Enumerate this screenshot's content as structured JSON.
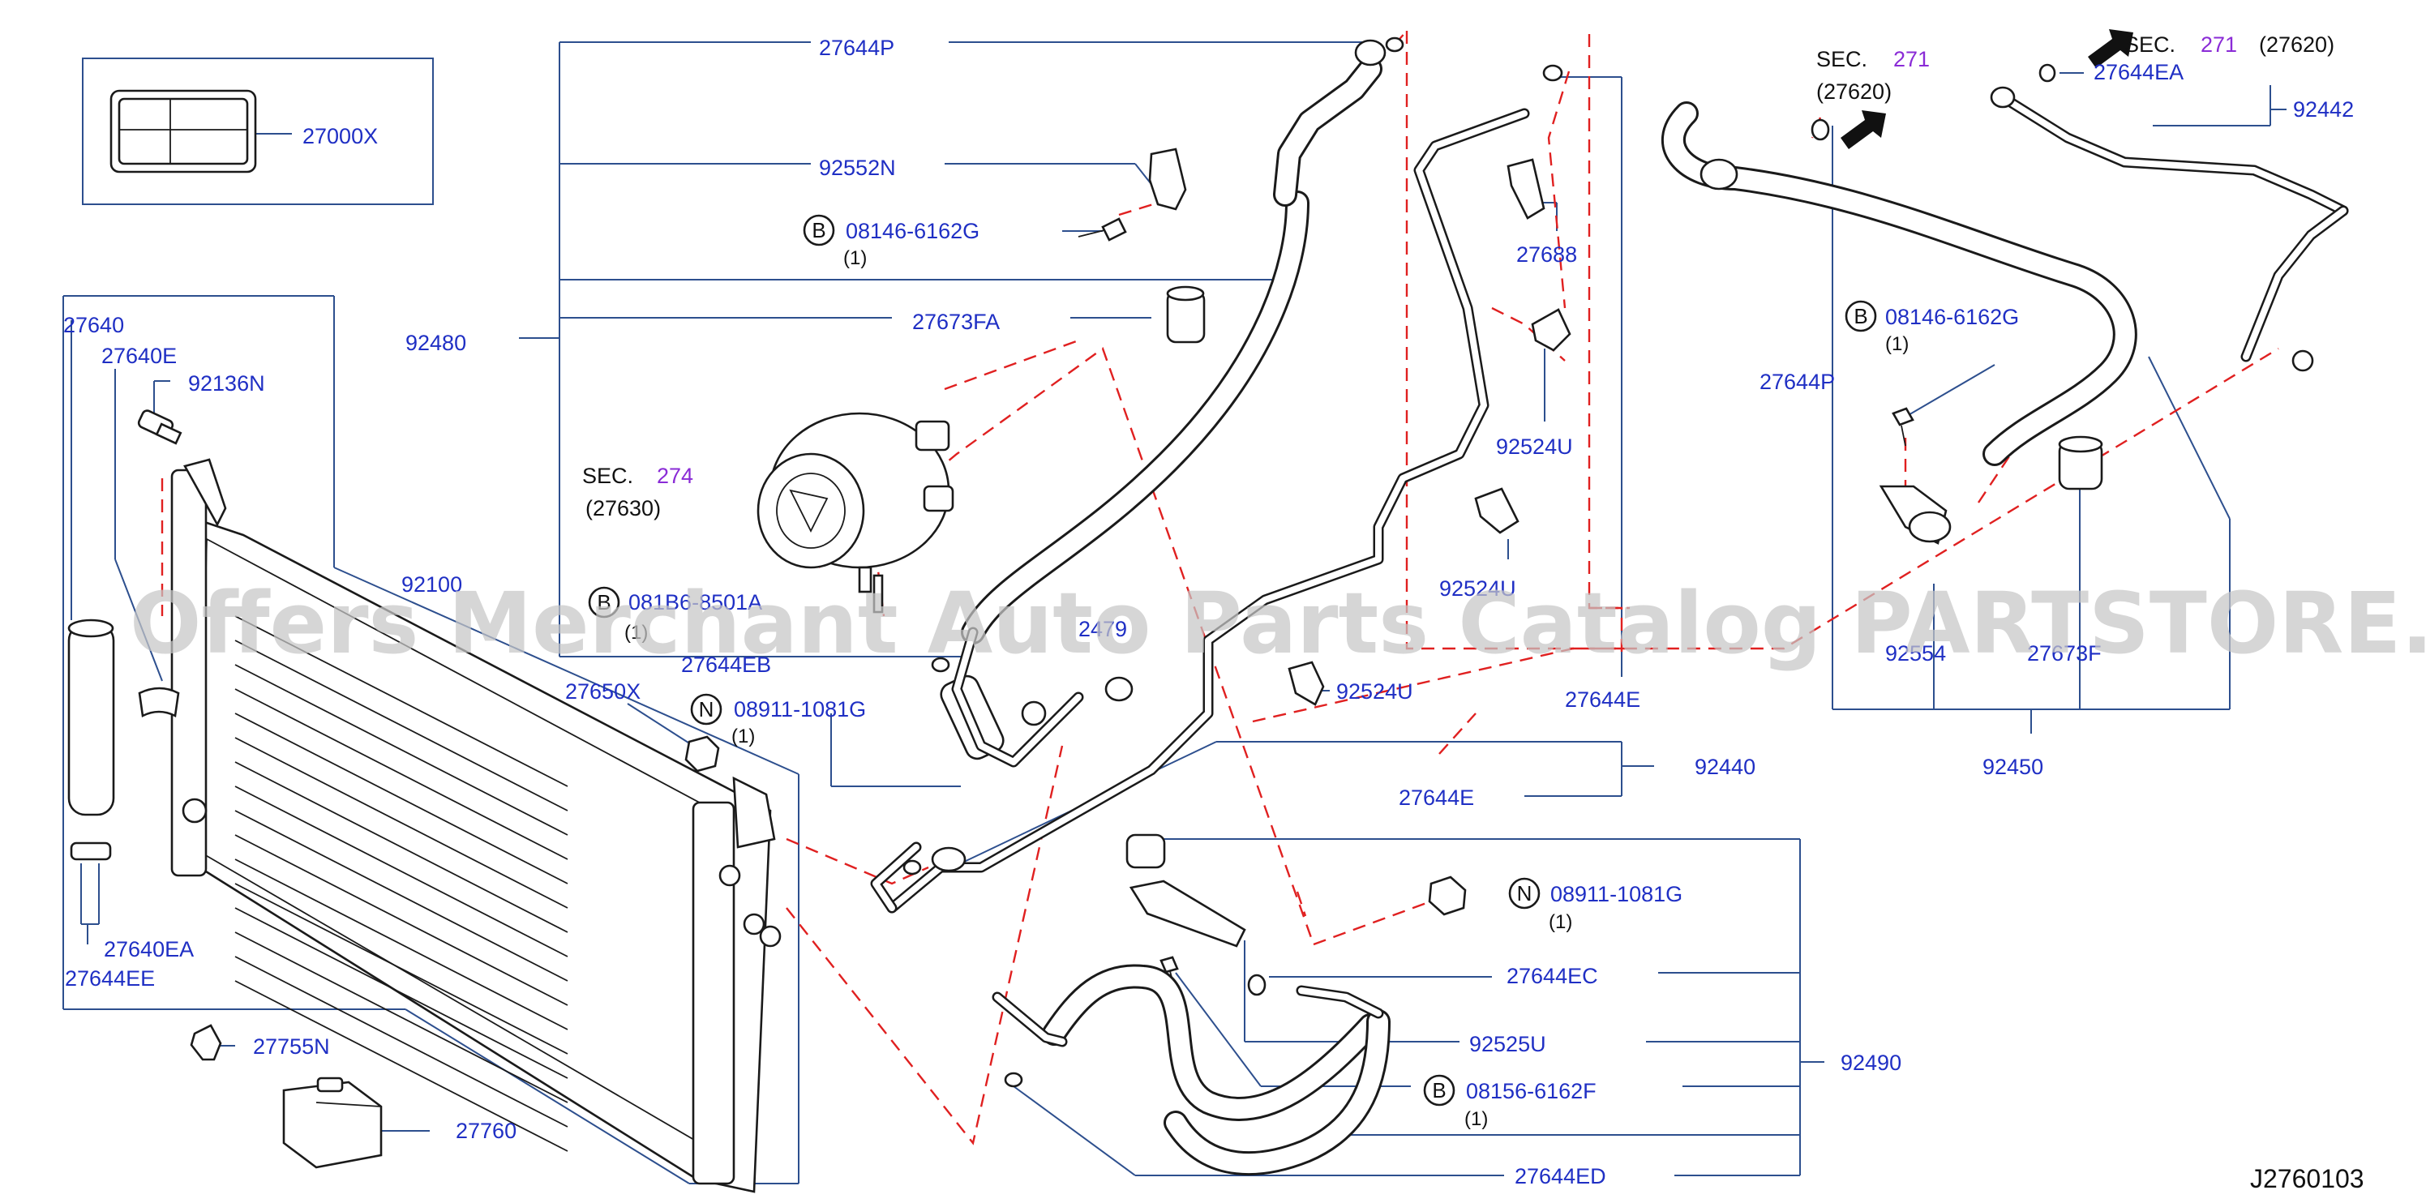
{
  "diagram": {
    "code": "J2760103",
    "watermark": "Offers Merchant Auto Parts Catalog PARTSTORE.SA",
    "colors": {
      "label": "#1f2fc4",
      "section": "#8a2bd6",
      "dash": "#e02020",
      "leader": "#2d4f8e"
    },
    "labels": {
      "p27000X": "27000X",
      "p27644P_top": "27644P",
      "p92552N": "92552N",
      "p08146_left": "08146-6162G",
      "p08146_left_qty": "(1)",
      "p27673FA": "27673FA",
      "p92480": "92480",
      "sec274_word": "SEC.",
      "sec274_num": "274",
      "sec274_sub": "(27630)",
      "p081B6": "081B6-8501A",
      "p081B6_qty": "(1)",
      "p27644EB": "27644EB",
      "p2479": "2479",
      "p27640": "27640",
      "p27640E": "27640E",
      "p92136N": "92136N",
      "p92100": "92100",
      "p27650X": "27650X",
      "p08911_a": "08911-1081G",
      "p08911_a_qty": "(1)",
      "p27640EA": "27640EA",
      "p27644EE": "27644EE",
      "p27755N": "27755N",
      "p27760": "27760",
      "p27688": "27688",
      "p92524U_a": "92524U",
      "p92524U_b": "92524U",
      "p92524U_c": "92524U",
      "p27644E_a": "27644E",
      "p27644E_b": "27644E",
      "p92440": "92440",
      "p08911_b": "08911-1081G",
      "p08911_b_qty": "(1)",
      "p27644EC": "27644EC",
      "p92525U": "92525U",
      "p08156": "08156-6162F",
      "p08156_qty": "(1)",
      "p92490": "92490",
      "p27644ED": "27644ED",
      "sec271a_word": "SEC.",
      "sec271a_num": "271",
      "sec271a_sub": "(27620)",
      "sec271b_word": "SEC.",
      "sec271b_num": "271",
      "sec271b_sub": "(27620)",
      "p27644EA": "27644EA",
      "p92442": "92442",
      "p08146_right": "08146-6162G",
      "p08146_right_qty": "(1)",
      "p27644P_right": "27644P",
      "p92554": "92554",
      "p27673F": "27673F",
      "p92450": "92450"
    },
    "markers": {
      "b": "B",
      "n": "N"
    }
  }
}
